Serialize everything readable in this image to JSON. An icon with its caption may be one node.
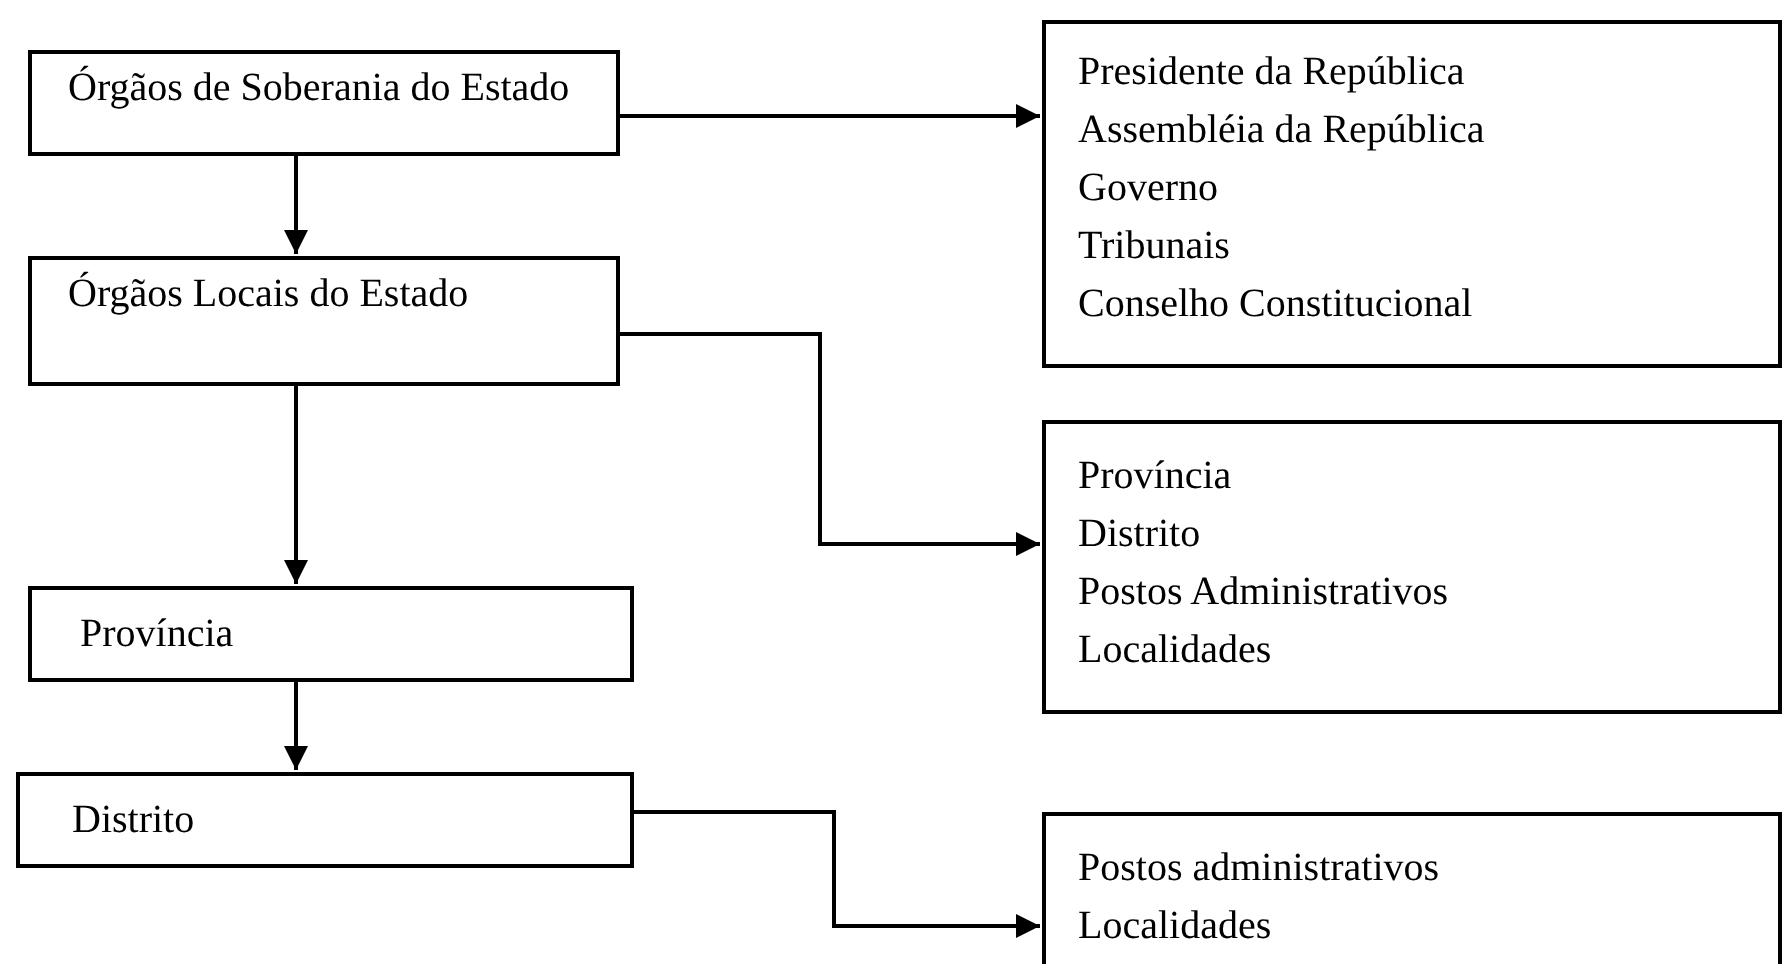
{
  "diagram": {
    "nodes": [
      {
        "text": [
          "Órgãos de Soberania do Estado"
        ]
      },
      {
        "text": [
          "Presidente da República",
          "Assembléia da República",
          "Governo",
          "Tribunais",
          "Conselho Constitucional"
        ]
      },
      {
        "text": [
          "Órgãos Locais do Estado"
        ]
      },
      {
        "text": [
          "Província",
          "Distrito",
          "Postos Administrativos",
          "Localidades"
        ]
      },
      {
        "text": [
          "Província"
        ]
      },
      {
        "text": [
          "Distrito"
        ]
      },
      {
        "text": [
          "Postos administrativos",
          "Localidades"
        ]
      }
    ],
    "edges": [
      {
        "from": 0,
        "to": 1,
        "arrow": "to"
      },
      {
        "from": 0,
        "to": 2,
        "arrow": "to"
      },
      {
        "from": 2,
        "to": 3,
        "arrow": "to"
      },
      {
        "from": 2,
        "to": 4,
        "arrow": "to"
      },
      {
        "from": 4,
        "to": 5,
        "arrow": "to"
      },
      {
        "from": 5,
        "to": 6,
        "arrow": "to"
      }
    ]
  }
}
